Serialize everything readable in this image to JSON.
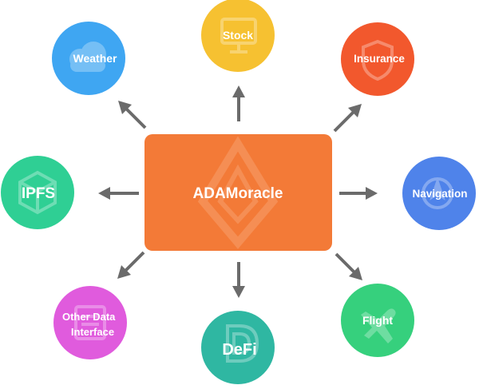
{
  "center": {
    "label": "ADAMoracle",
    "color": "#F37A37",
    "watermark_color": "#F7A06C"
  },
  "arrow_color": "#6b6b6b",
  "nodes": [
    {
      "id": "weather",
      "lines": [
        "Weather"
      ],
      "color": "#3FA6F2",
      "icon": "cloud-icon"
    },
    {
      "id": "stock",
      "lines": [
        "Stock"
      ],
      "color": "#F6C131",
      "icon": "monitor-icon"
    },
    {
      "id": "insurance",
      "lines": [
        "Insurance"
      ],
      "color": "#F2582D",
      "icon": "shield-icon"
    },
    {
      "id": "navigation",
      "lines": [
        "Navigation"
      ],
      "color": "#4F83EA",
      "icon": "compass-icon"
    },
    {
      "id": "flight",
      "lines": [
        "Flight"
      ],
      "color": "#36D07D",
      "icon": "airplane-icon"
    },
    {
      "id": "defi",
      "lines": [
        "DeFi"
      ],
      "color": "#2FB7A2",
      "icon": "defi-icon"
    },
    {
      "id": "other",
      "lines": [
        "Other Data",
        "Interface"
      ],
      "color": "#E05BDD",
      "icon": "interface-icon"
    },
    {
      "id": "ipfs",
      "lines": [
        "IPFS"
      ],
      "color": "#2FCF94",
      "icon": "cube-icon"
    }
  ]
}
